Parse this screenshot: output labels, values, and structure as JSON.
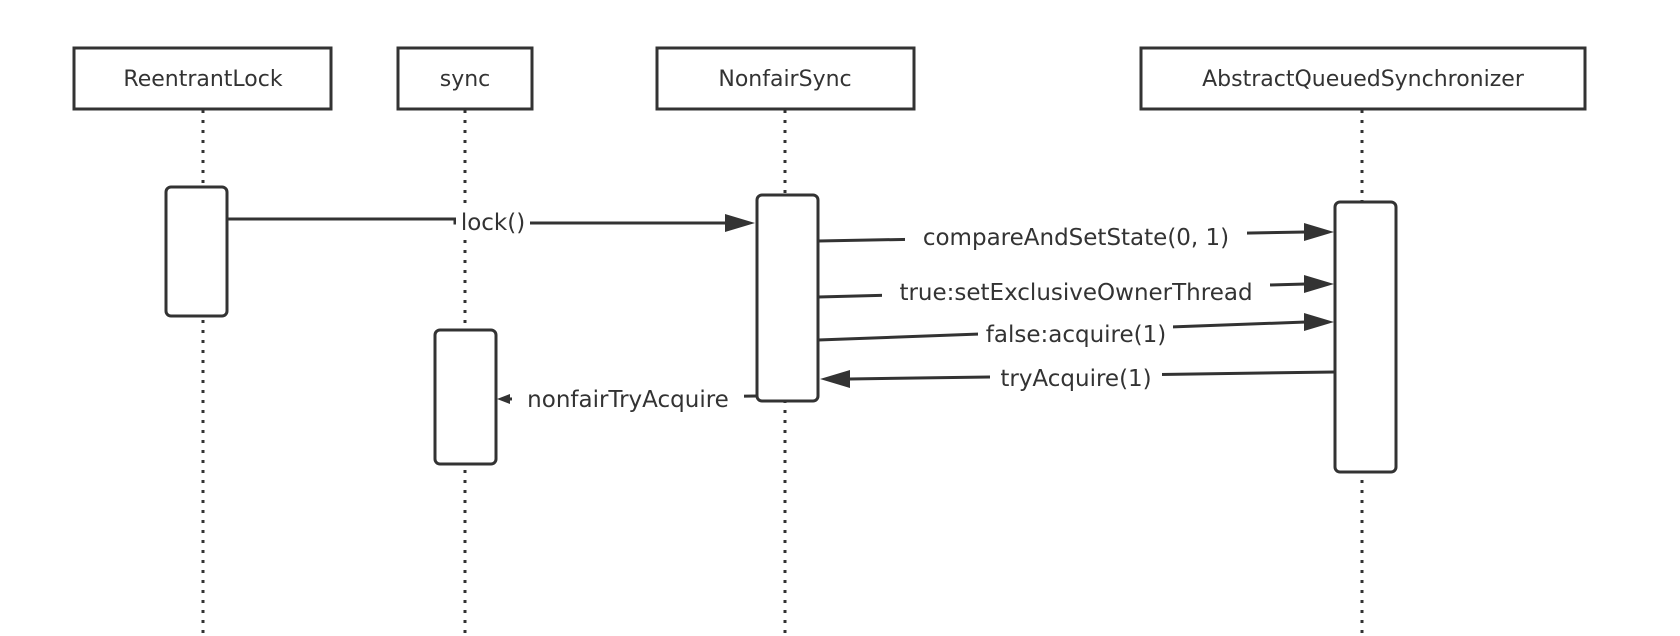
{
  "diagram": {
    "participants": [
      {
        "id": "reentrant",
        "name": "ReentrantLock"
      },
      {
        "id": "sync",
        "name": "sync"
      },
      {
        "id": "nonfair",
        "name": "NonfairSync"
      },
      {
        "id": "aqs",
        "name": "AbstractQueuedSynchronizer"
      }
    ],
    "messages": [
      {
        "label": "lock()",
        "from": "ReentrantLock",
        "to": "NonfairSync"
      },
      {
        "label": "compareAndSetState(0, 1)",
        "from": "NonfairSync",
        "to": "AbstractQueuedSynchronizer"
      },
      {
        "label": "true:setExclusiveOwnerThread",
        "from": "NonfairSync",
        "to": "AbstractQueuedSynchronizer"
      },
      {
        "label": "false:acquire(1)",
        "from": "NonfairSync",
        "to": "AbstractQueuedSynchronizer"
      },
      {
        "label": "tryAcquire(1)",
        "from": "AbstractQueuedSynchronizer",
        "to": "NonfairSync"
      },
      {
        "label": "nonfairTryAcquire",
        "from": "NonfairSync",
        "to": "sync"
      }
    ]
  }
}
